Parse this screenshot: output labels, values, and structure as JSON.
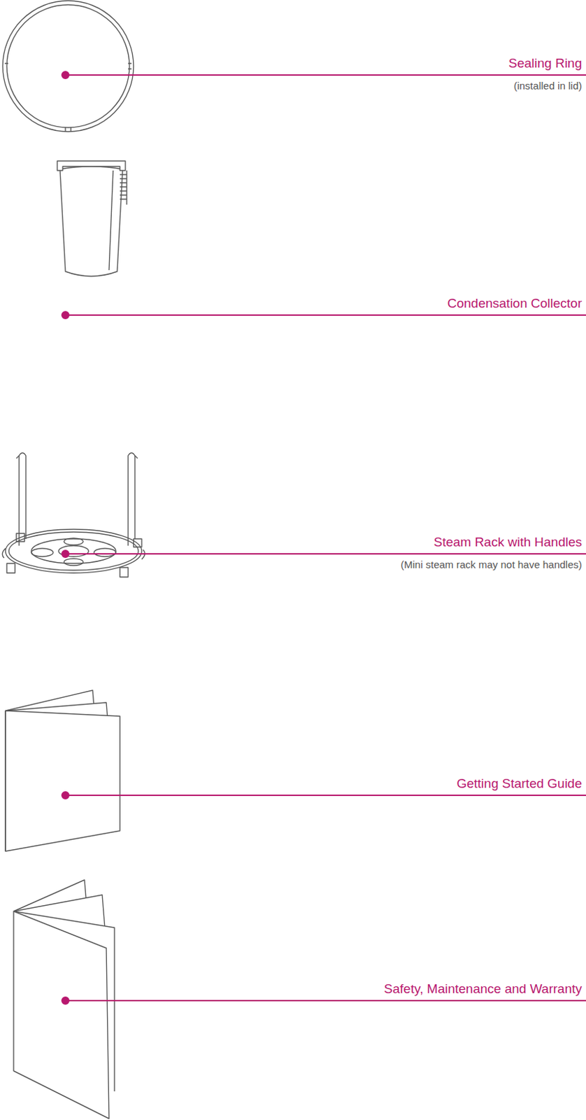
{
  "diagram": {
    "labels": [
      "Sealing Ring",
      "(installed in lid)",
      "Condensation Collector",
      "Steam Rack with Handles",
      "(Mini steam rack may not have handles)",
      "Getting Started Guide",
      "Safety, Maintenance and Warranty"
    ]
  }
}
